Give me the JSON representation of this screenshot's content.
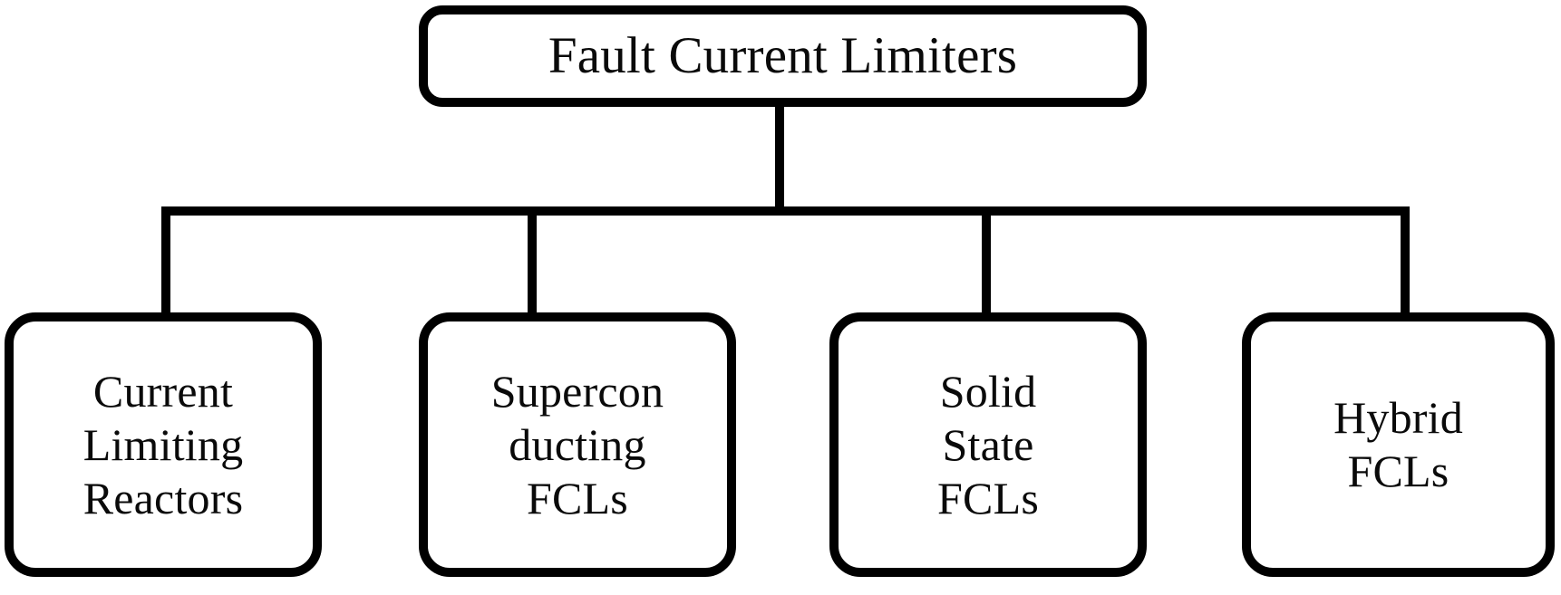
{
  "diagram": {
    "title": "Fault Current Limiters",
    "type": "hierarchy-tree",
    "orientation": "top-down",
    "levels": 2,
    "background_color": "#ffffff",
    "line_color": "#000000",
    "text_color": "#0a0a0a",
    "root": {
      "label": "Fault Current Limiters",
      "shape": "rounded-rectangle"
    },
    "children": [
      {
        "label": "Current\nLimiting\nReactors",
        "plain_label": "Current Limiting Reactors",
        "shape": "rounded-rectangle"
      },
      {
        "label": "Supercon\nducting\nFCLs",
        "plain_label": "Superconducting FCLs",
        "shape": "rounded-rectangle"
      },
      {
        "label": "Solid\nState\nFCLs",
        "plain_label": "Solid State FCLs",
        "shape": "rounded-rectangle"
      },
      {
        "label": "Hybrid\nFCLs",
        "plain_label": "Hybrid FCLs",
        "shape": "rounded-rectangle"
      }
    ]
  }
}
